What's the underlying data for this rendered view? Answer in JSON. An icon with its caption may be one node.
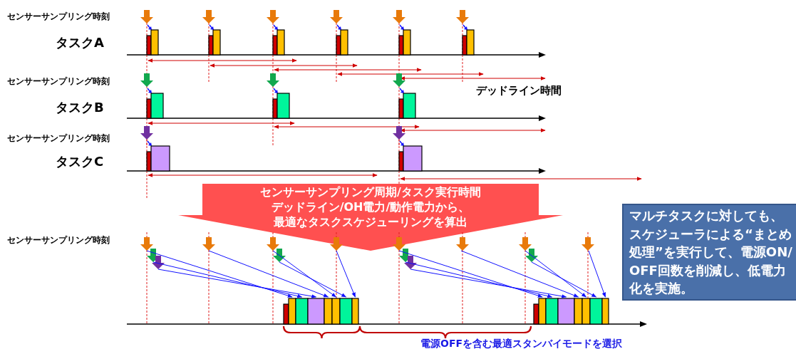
{
  "diagram": {
    "nodes": [
      {
        "text": [
          "センサーサンプリング周期/タスク実行時間",
          "デッドライン/OH電力/動作電力から、",
          "最適なタスクスケジューリングを算出"
        ]
      },
      {
        "text": [
          "マルチタスクに対しても、スケジューラによる“まとめ処理”を実行して、電源ON/OFF回数を削減し、低電力化を実施。"
        ]
      }
    ],
    "labels": [
      "センサーサンプリング時刻",
      "タスクA",
      "センサーサンプリング時刻",
      "デッドライン時間",
      "タスクB",
      "センサーサンプリング時刻",
      "タスクC",
      "センサーサンプリング時刻",
      "電源OFFを含む最適スタンバイモードを選択"
    ]
  }
}
